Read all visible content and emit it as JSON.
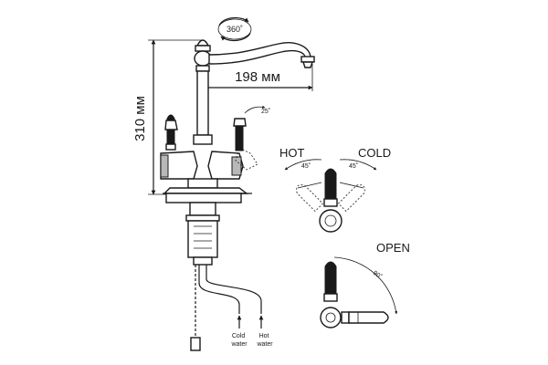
{
  "dimensions": {
    "height_label": "310 мм",
    "reach_label": "198 мм",
    "swivel_label": "360˚"
  },
  "side_view": {
    "lever_angle_label": "25˚",
    "cold_water_label": [
      "Cold",
      "water"
    ],
    "hot_water_label": [
      "Hot",
      "water"
    ]
  },
  "temperature_detail": {
    "hot_label": "HOT",
    "cold_label": "COLD",
    "hot_angle_label": "45˚",
    "cold_angle_label": "45˚"
  },
  "open_detail": {
    "open_label": "OPEN",
    "open_angle_label": "90˚"
  },
  "colors": {
    "line": "#1a1a1a",
    "shade": "#b8b8b8",
    "background": "#ffffff"
  }
}
